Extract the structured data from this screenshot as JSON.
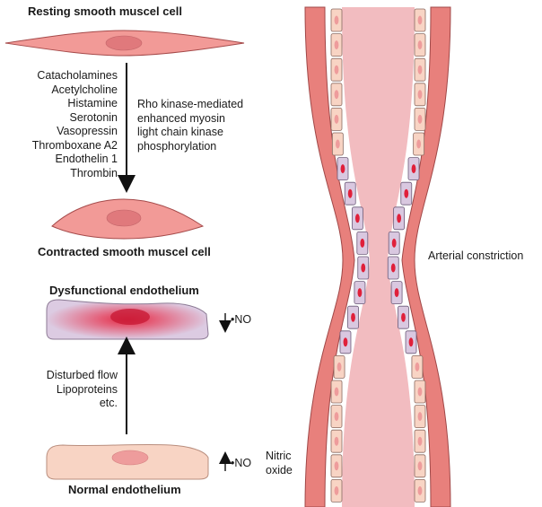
{
  "titles": {
    "resting": "Resting smooth muscel cell",
    "contracted": "Contracted smooth muscel cell",
    "dysfunctional": "Dysfunctional endothelium",
    "normal": "Normal endothelium"
  },
  "agonists": [
    "Catacholamines",
    "Acetylcholine",
    "Histamine",
    "Serotonin",
    "Vasopressin",
    "Thromboxane A2",
    "Endothelin 1",
    "Thrombin"
  ],
  "mechanism": [
    "Rho kinase-mediated",
    "enhanced myosin",
    "light chain kinase",
    "phosphorylation"
  ],
  "triggers": [
    "Disturbed flow",
    "Lipoproteins",
    "etc."
  ],
  "no_label": "•NO",
  "nitric_oxide": [
    "Nitric",
    "oxide"
  ],
  "artery_label": "Arterial constriction",
  "colors": {
    "smooth_muscle": "#f29a97",
    "nucleus": "#e0797c",
    "vessel_wall": "#e8807c",
    "lumen": "#f2bcc0",
    "endothelial_normal": "#f8d4c4",
    "endothelial_dysfunctional": "#d9c8e0",
    "inflamed_core": "#e0203a"
  }
}
